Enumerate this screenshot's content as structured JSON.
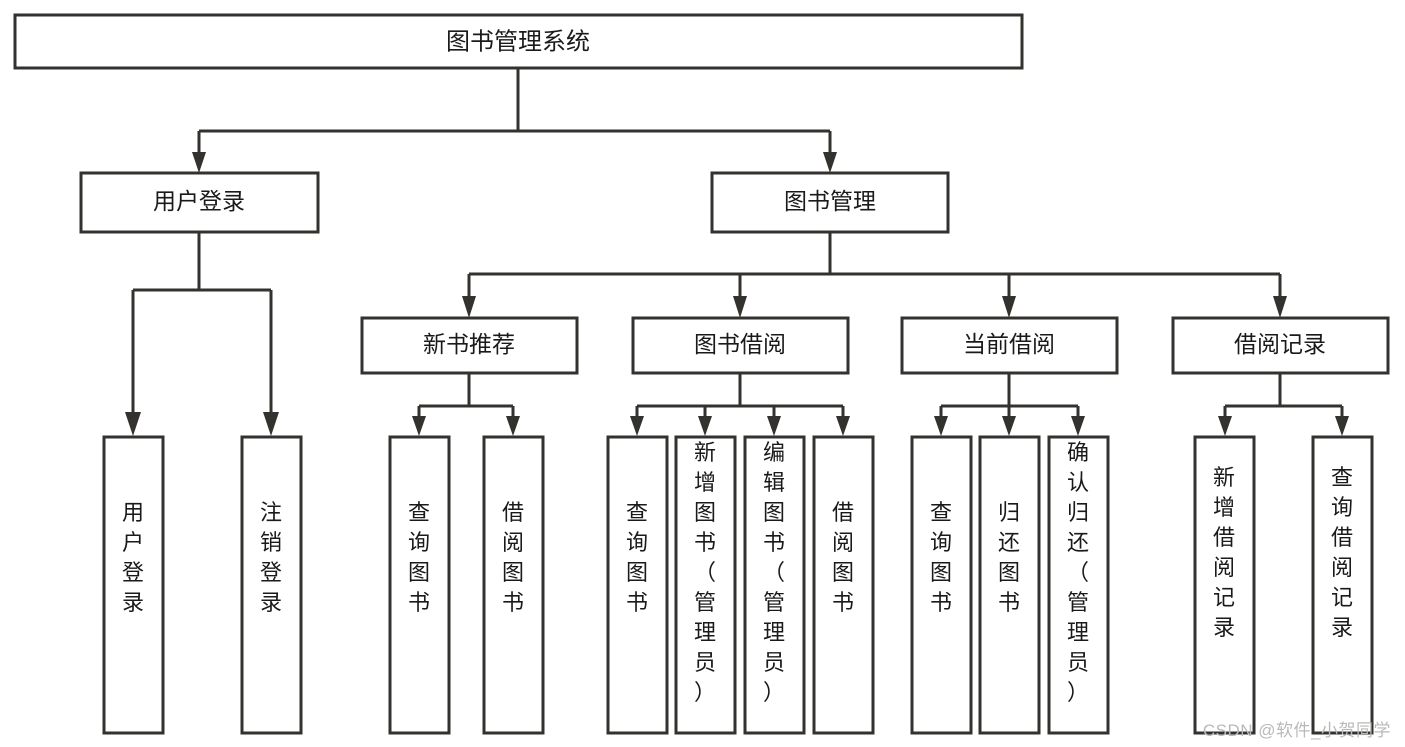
{
  "diagram": {
    "type": "tree-hierarchy",
    "root": {
      "id": "root",
      "label": "图书管理系统"
    },
    "level2": [
      {
        "id": "user-login",
        "label": "用户登录"
      },
      {
        "id": "book-management",
        "label": "图书管理"
      }
    ],
    "level3": [
      {
        "id": "new-book-recommend",
        "label": "新书推荐",
        "parent": "book-management"
      },
      {
        "id": "book-borrow",
        "label": "图书借阅",
        "parent": "book-management"
      },
      {
        "id": "current-borrow",
        "label": "当前借阅",
        "parent": "book-management"
      },
      {
        "id": "borrow-record",
        "label": "借阅记录",
        "parent": "book-management"
      }
    ],
    "leaves": {
      "user-login": [
        {
          "id": "leaf-user-login",
          "label": "用户登录"
        },
        {
          "id": "leaf-logout",
          "label": "注销登录"
        }
      ],
      "new-book-recommend": [
        {
          "id": "leaf-query-book-1",
          "label": "查询图书"
        },
        {
          "id": "leaf-borrow-book-1",
          "label": "借阅图书"
        }
      ],
      "book-borrow": [
        {
          "id": "leaf-query-book-2",
          "label": "查询图书"
        },
        {
          "id": "leaf-add-book",
          "label": "新增图书（管理员）"
        },
        {
          "id": "leaf-edit-book",
          "label": "编辑图书（管理员）"
        },
        {
          "id": "leaf-borrow-book-2",
          "label": "借阅图书"
        }
      ],
      "current-borrow": [
        {
          "id": "leaf-query-book-3",
          "label": "查询图书"
        },
        {
          "id": "leaf-return-book",
          "label": "归还图书"
        },
        {
          "id": "leaf-confirm-return",
          "label": "确认归还（管理员）"
        }
      ],
      "borrow-record": [
        {
          "id": "leaf-add-record",
          "label": "新增借阅记录"
        },
        {
          "id": "leaf-query-record",
          "label": "查询借阅记录"
        }
      ]
    }
  },
  "watermark": {
    "text": "CSDN @软件_小贺同学"
  },
  "colors": {
    "stroke": "#33322f",
    "box_fill": "#ffffff",
    "text": "#1a1a1a",
    "watermark": "#b9b9b9",
    "background": "#ffffff"
  }
}
